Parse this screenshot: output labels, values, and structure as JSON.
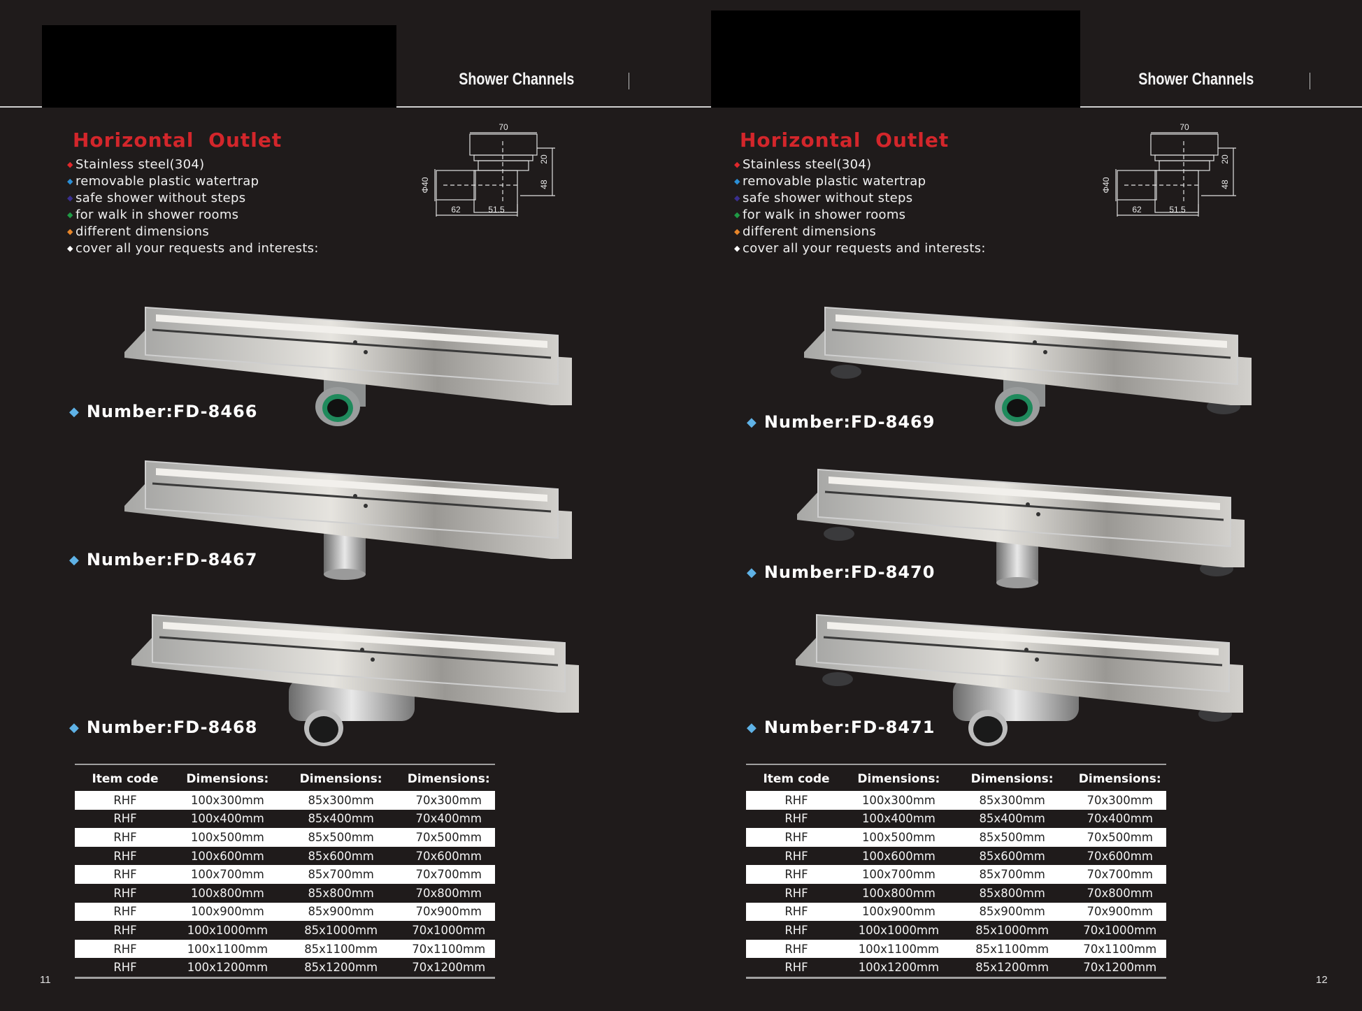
{
  "pages": [
    {
      "header_title": "Shower Channels",
      "section_title": "Horizontal  Outlet",
      "page_number": "11",
      "products": [
        {
          "label": "Number:FD-8466",
          "outlet": "plastic-trap"
        },
        {
          "label": "Number:FD-8467",
          "outlet": "vertical-pipe"
        },
        {
          "label": "Number:FD-8468",
          "outlet": "horizontal-pipe"
        }
      ]
    },
    {
      "header_title": "Shower Channels",
      "section_title": "Horizontal  Outlet",
      "page_number": "12",
      "products": [
        {
          "label": "Number:FD-8469",
          "outlet": "plastic-trap-with-feet"
        },
        {
          "label": "Number:FD-8470",
          "outlet": "vertical-pipe-with-feet"
        },
        {
          "label": "Number:FD-8471",
          "outlet": "horizontal-pipe-with-feet"
        }
      ]
    }
  ],
  "features": [
    {
      "text": "Stainless steel(304)",
      "bullet_color": "#e0282c"
    },
    {
      "text": "removable plastic watertrap",
      "bullet_color": "#2b8fd6"
    },
    {
      "text": "safe shower without steps",
      "bullet_color": "#3a2f8f"
    },
    {
      "text": "for walk in shower rooms",
      "bullet_color": "#1f9a45"
    },
    {
      "text": "different dimensions",
      "bullet_color": "#e8862a"
    },
    {
      "text": "cover all your requests and interests:",
      "bullet_color": "#ffffff"
    }
  ],
  "diagram": {
    "top_width": "70",
    "flange_height": "20",
    "body_height": "48",
    "outlet_diameter": "Φ40",
    "outlet_length": "62",
    "body_width": "51.5"
  },
  "table": {
    "headers": [
      "Item code",
      "Dimensions:",
      "Dimensions:",
      "Dimensions:"
    ],
    "rows": [
      [
        "RHF",
        "100x300mm",
        "85x300mm",
        "70x300mm"
      ],
      [
        "RHF",
        "100x400mm",
        "85x400mm",
        "70x400mm"
      ],
      [
        "RHF",
        "100x500mm",
        "85x500mm",
        "70x500mm"
      ],
      [
        "RHF",
        "100x600mm",
        "85x600mm",
        "70x600mm"
      ],
      [
        "RHF",
        "100x700mm",
        "85x700mm",
        "70x700mm"
      ],
      [
        "RHF",
        "100x800mm",
        "85x800mm",
        "70x800mm"
      ],
      [
        "RHF",
        "100x900mm",
        "85x900mm",
        "70x900mm"
      ],
      [
        "RHF",
        "100x1000mm",
        "85x1000mm",
        "70x1000mm"
      ],
      [
        "RHF",
        "100x1100mm",
        "85x1100mm",
        "70x1100mm"
      ],
      [
        "RHF",
        "100x1200mm",
        "85x1200mm",
        "70x1200mm"
      ]
    ]
  },
  "colors": {
    "background": "#1f1b1b",
    "title_red": "#d3262b",
    "label_diamond": "#5fb2e6"
  }
}
